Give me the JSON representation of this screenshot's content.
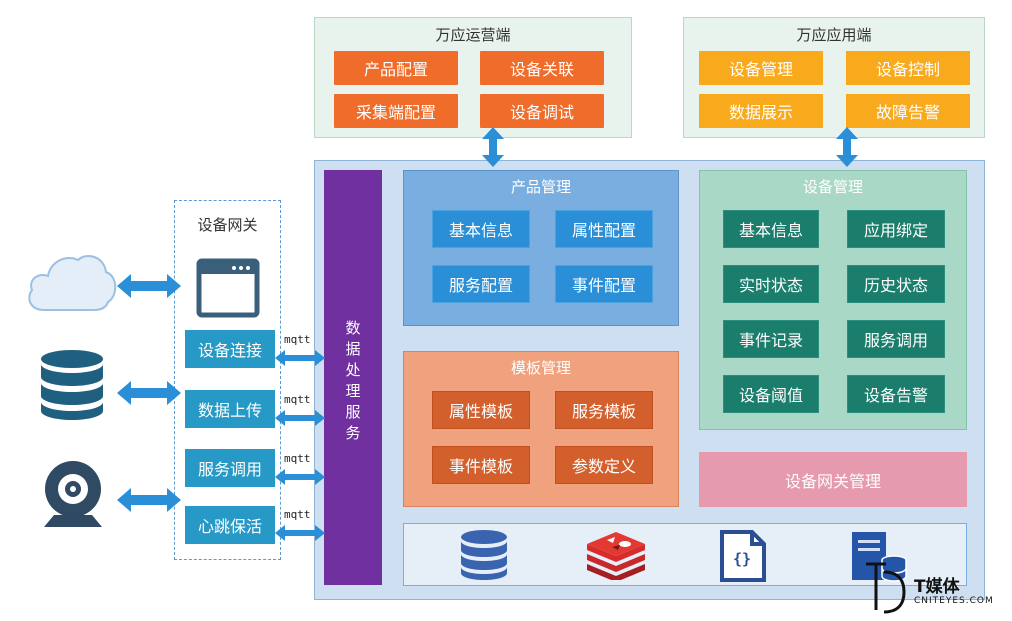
{
  "ops_panel": {
    "title": "万应运营端",
    "items": [
      "产品配置",
      "设备关联",
      "采集端配置",
      "设备调试"
    ]
  },
  "app_panel": {
    "title": "万应应用端",
    "items": [
      "设备管理",
      "设备控制",
      "数据展示",
      "故障告警"
    ]
  },
  "data_service": {
    "label": "数据处理服务"
  },
  "product_mgmt": {
    "title": "产品管理",
    "items": [
      "基本信息",
      "属性配置",
      "服务配置",
      "事件配置"
    ]
  },
  "template_mgmt": {
    "title": "模板管理",
    "items": [
      "属性模板",
      "服务模板",
      "事件模板",
      "参数定义"
    ]
  },
  "device_mgmt": {
    "title": "设备管理",
    "items": [
      "基本信息",
      "应用绑定",
      "实时状态",
      "历史状态",
      "事件记录",
      "服务调用",
      "设备阈值",
      "设备告警"
    ]
  },
  "gateway_mgmt": {
    "label": "设备网关管理"
  },
  "gateway": {
    "title": "设备网关",
    "items": [
      "设备连接",
      "数据上传",
      "服务调用",
      "心跳保活"
    ],
    "protocol": "mqtt"
  },
  "storage_icons": [
    "database-icon",
    "redis-icon",
    "json-file-icon",
    "server-db-icon"
  ],
  "external_icons": [
    "cloud-icon",
    "database-icon",
    "webcam-icon"
  ],
  "watermark": {
    "brand": "T媒体",
    "site": "CNITEYES.COM"
  },
  "colors": {
    "ops_orange": "#f06c2a",
    "app_yellow": "#f8a91c",
    "purple": "#7030a0",
    "blue_box": "#2a8fd6",
    "teal_box": "#1b7d6c",
    "template_box": "#d3602c",
    "gateway_box": "#2699c6",
    "pink": "#e59aae"
  }
}
